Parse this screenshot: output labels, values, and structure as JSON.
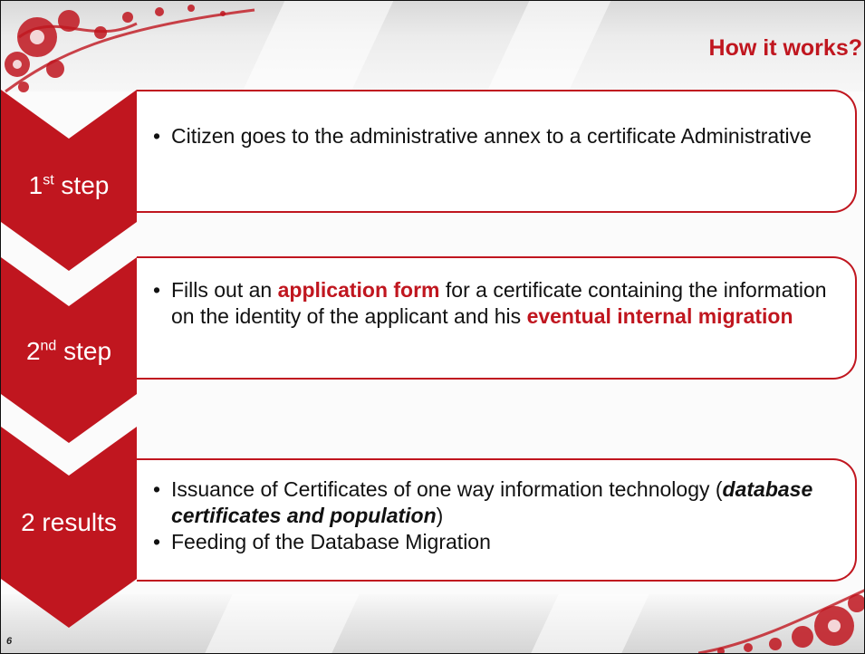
{
  "slide": {
    "title": "How it works?",
    "page_number": "6"
  },
  "colors": {
    "accent": "#c0161f",
    "chevron_fill": "#c0161f",
    "text": "#111111"
  },
  "steps": [
    {
      "label_main": "1",
      "label_sup": "st",
      "label_rest": " step",
      "bullets": [
        {
          "text": "Citizen goes to the administrative annex to a certificate Administrative"
        }
      ]
    },
    {
      "label_main": "2",
      "label_sup": "nd",
      "label_rest": " step",
      "bullets": [
        {
          "part1": "Fills out an ",
          "highlight1": "application form",
          "part2": " for a certificate containing the information on the identity of the applicant and his ",
          "highlight2": "eventual internal migration"
        }
      ]
    },
    {
      "label_main": "2 results",
      "bullets": [
        {
          "part1": "Issuance of Certificates of one way information technology (",
          "italic": "database certificates and population",
          "part2": ")"
        },
        {
          "text": "Feeding of the Database Migration"
        }
      ]
    }
  ]
}
